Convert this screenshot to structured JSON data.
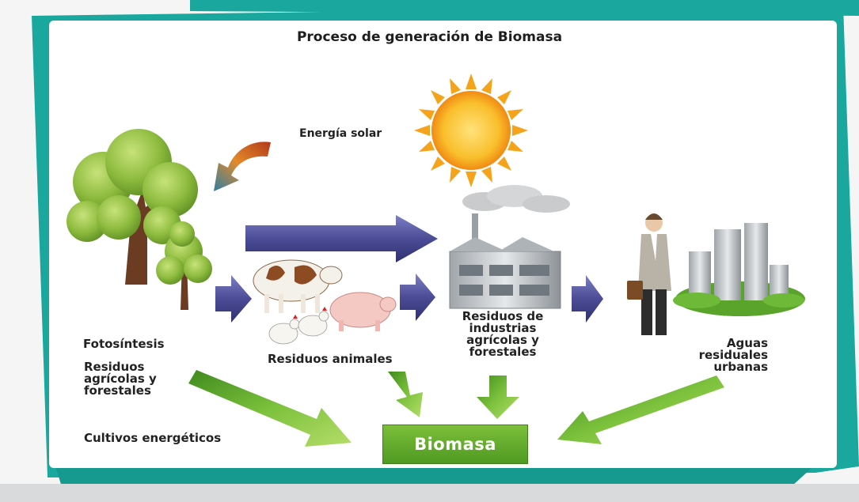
{
  "diagram": {
    "title": "Proceso de generación de Biomasa",
    "labels": {
      "solar": "Energía solar",
      "photosynthesis": "Fotosíntesis",
      "agri_residues_1": "Residuos",
      "agri_residues_2": "agrícolas y",
      "agri_residues_3": "forestales",
      "energy_crops": "Cultivos energéticos",
      "animal_residues": "Residuos animales",
      "industry_1": "Residuos de",
      "industry_2": "industrias",
      "industry_3": "agrícolas y",
      "industry_4": "forestales",
      "urban_1": "Aguas",
      "urban_2": "residuales",
      "urban_3": "urbanas",
      "result": "Biomasa"
    },
    "colors": {
      "teal_frame": "#1aa79e",
      "blue_arrow": "#4b4c95",
      "green_arrow": "#6bb32e",
      "biomasa_box": "#5da52a",
      "sun": "#f7b31b"
    },
    "icons": [
      "sun-icon",
      "tree-icon",
      "cow-icon",
      "pig-icon",
      "chicken-icon",
      "factory-icon",
      "businessman-icon",
      "city-icon"
    ]
  }
}
